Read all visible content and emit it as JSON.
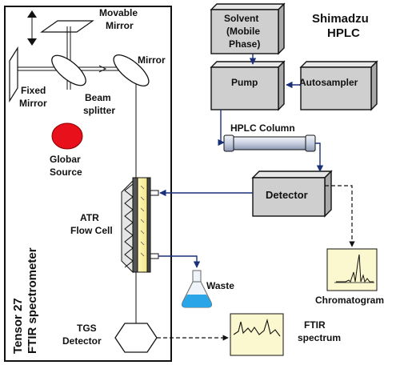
{
  "ftir": {
    "instrument_label_line1": "Tensor 27",
    "instrument_label_line2": "FTIR spectrometer",
    "movable_mirror_line1": "Movable",
    "movable_mirror_line2": "Mirror",
    "fixed_mirror_line1": "Fixed",
    "fixed_mirror_line2": "Mirror",
    "beam_splitter_line1": "Beam",
    "beam_splitter_line2": "splitter",
    "mirror_label": "Mirror",
    "source_line1": "Globar",
    "source_line2": "Source",
    "flow_cell_line1": "ATR",
    "flow_cell_line2": "Flow Cell",
    "detector_line1": "TGS",
    "detector_line2": "Detector",
    "spectrum_line1": "FTIR",
    "spectrum_line2": "spectrum"
  },
  "hplc": {
    "title_line1": "Shimadzu",
    "title_line2": "HPLC",
    "solvent_line1": "Solvent",
    "solvent_line2": "(Mobile",
    "solvent_line3": "Phase)",
    "pump_label": "Pump",
    "autosampler_label": "Autosampler",
    "column_label": "HPLC Column",
    "detector_label": "Detector",
    "waste_label": "Waste",
    "chromatogram_label": "Chromatogram"
  },
  "colors": {
    "flow_line": "#1a2f7a",
    "source_red": "#e8101a",
    "waste_liquid": "#2aa6e8",
    "box_face": "#cfcfcf"
  },
  "icons": {
    "waste": "flask-icon",
    "source": "globar-source-icon"
  }
}
